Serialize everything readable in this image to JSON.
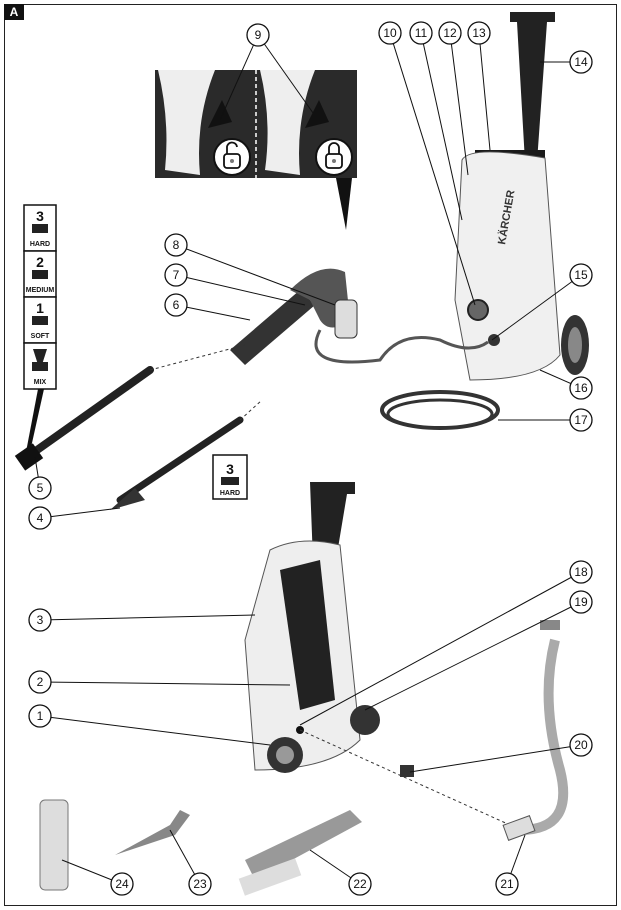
{
  "figure_label": "A",
  "nozzle_levels": [
    {
      "number": "3",
      "label": "HARD"
    },
    {
      "number": "2",
      "label": "MEDIUM"
    },
    {
      "number": "1",
      "label": "SOFT"
    },
    {
      "number": "",
      "label": "MIX"
    }
  ],
  "rod_badge": {
    "number": "3",
    "label": "HARD"
  },
  "brand_text": "KÄRCHER",
  "callouts": [
    "1",
    "2",
    "3",
    "4",
    "5",
    "6",
    "7",
    "8",
    "9",
    "10",
    "11",
    "12",
    "13",
    "14",
    "15",
    "16",
    "17",
    "18",
    "19",
    "20",
    "21",
    "22",
    "23",
    "24"
  ],
  "icons": [
    "lock-open-icon",
    "lock-closed-icon"
  ]
}
